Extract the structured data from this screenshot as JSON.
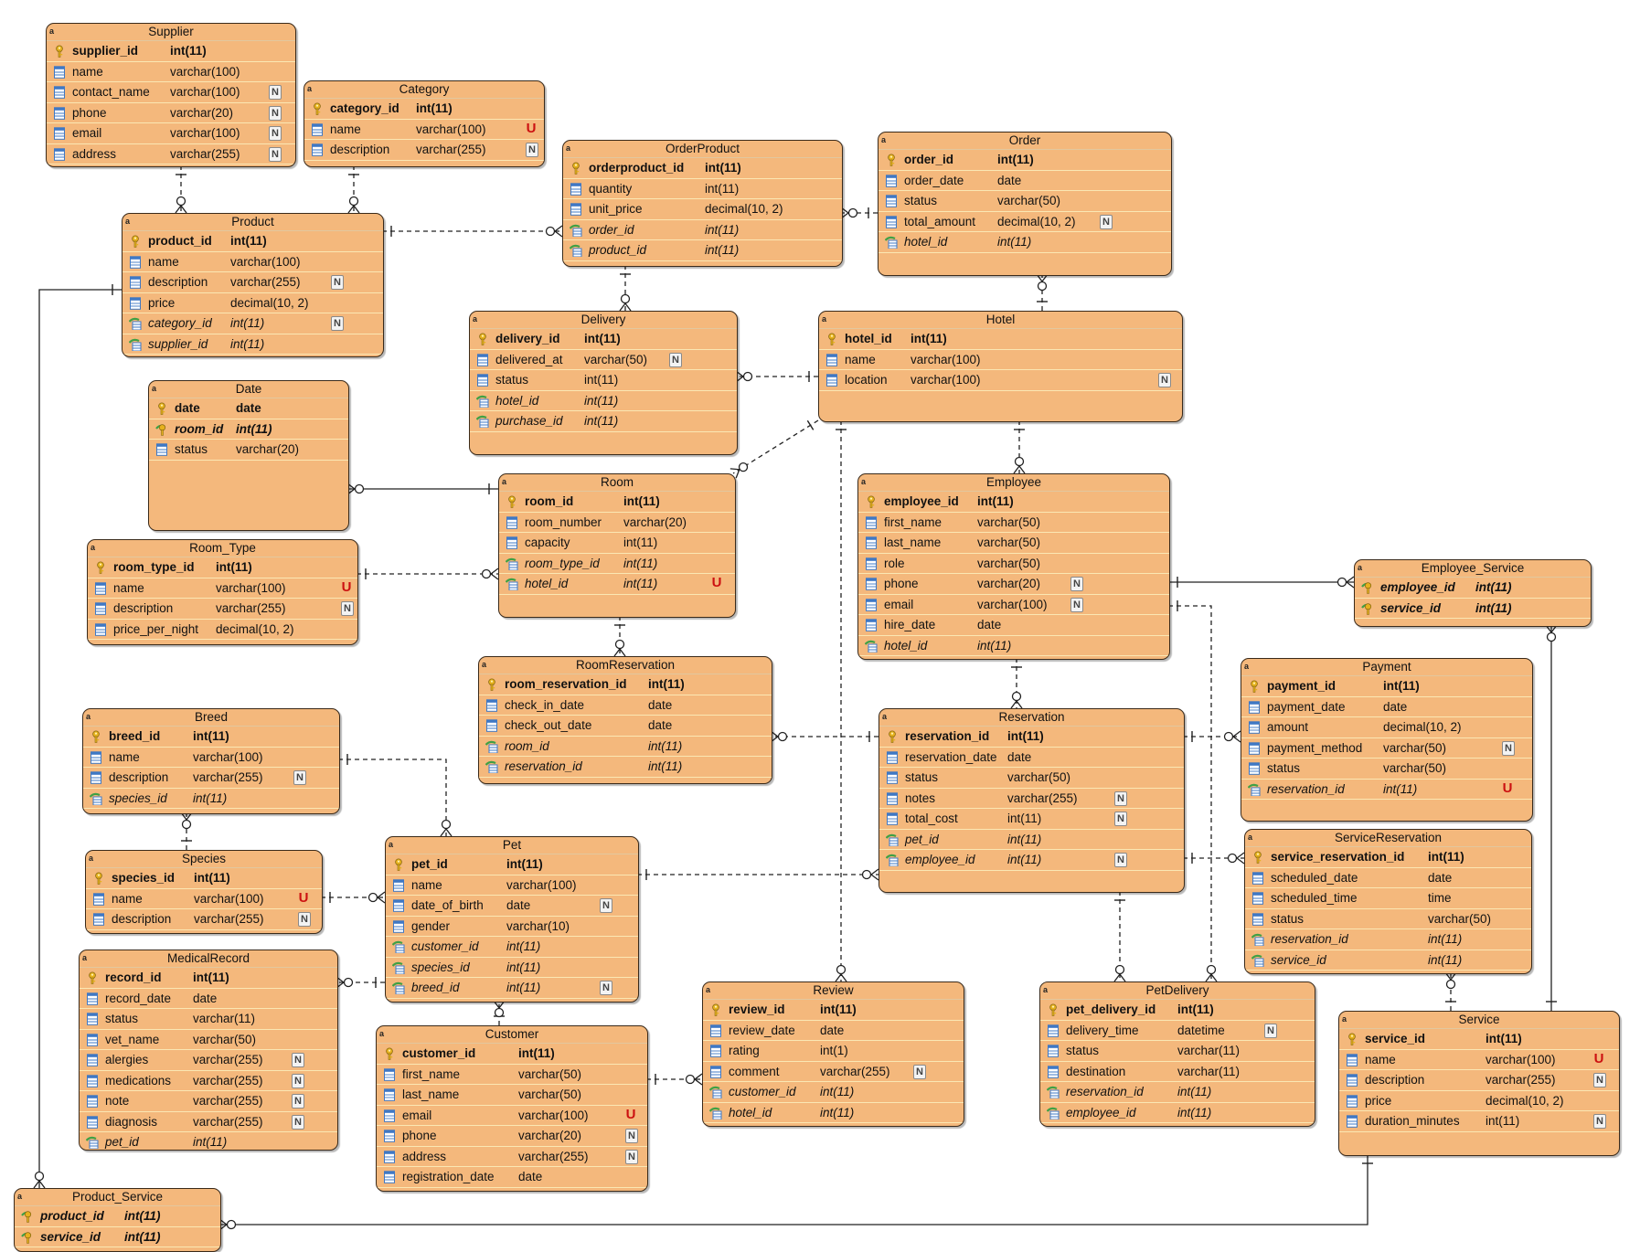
{
  "diagram": {
    "entities": [
      {
        "name": "Supplier",
        "columns": [
          {
            "name": "supplier_id",
            "type": "int(11)",
            "key": "pk"
          },
          {
            "name": "name",
            "type": "varchar(100)"
          },
          {
            "name": "contact_name",
            "type": "varchar(100)",
            "flag": "N"
          },
          {
            "name": "phone",
            "type": "varchar(20)",
            "flag": "N"
          },
          {
            "name": "email",
            "type": "varchar(100)",
            "flag": "N"
          },
          {
            "name": "address",
            "type": "varchar(255)",
            "flag": "N"
          }
        ]
      },
      {
        "name": "Category",
        "columns": [
          {
            "name": "category_id",
            "type": "int(11)",
            "key": "pk"
          },
          {
            "name": "name",
            "type": "varchar(100)",
            "flag": "U"
          },
          {
            "name": "description",
            "type": "varchar(255)",
            "flag": "N"
          }
        ]
      },
      {
        "name": "OrderProduct",
        "columns": [
          {
            "name": "orderproduct_id",
            "type": "int(11)",
            "key": "pk"
          },
          {
            "name": "quantity",
            "type": "int(11)"
          },
          {
            "name": "unit_price",
            "type": "decimal(10, 2)"
          },
          {
            "name": "order_id",
            "type": "int(11)",
            "key": "fk"
          },
          {
            "name": "product_id",
            "type": "int(11)",
            "key": "fk"
          }
        ]
      },
      {
        "name": "Order",
        "columns": [
          {
            "name": "order_id",
            "type": "int(11)",
            "key": "pk"
          },
          {
            "name": "order_date",
            "type": "date"
          },
          {
            "name": "status",
            "type": "varchar(50)"
          },
          {
            "name": "total_amount",
            "type": "decimal(10, 2)",
            "flag": "N"
          },
          {
            "name": "hotel_id",
            "type": "int(11)",
            "key": "fk"
          }
        ]
      },
      {
        "name": "Product",
        "columns": [
          {
            "name": "product_id",
            "type": "int(11)",
            "key": "pk"
          },
          {
            "name": "name",
            "type": "varchar(100)"
          },
          {
            "name": "description",
            "type": "varchar(255)",
            "flag": "N"
          },
          {
            "name": "price",
            "type": "decimal(10, 2)"
          },
          {
            "name": "category_id",
            "type": "int(11)",
            "key": "fk",
            "flag": "N"
          },
          {
            "name": "supplier_id",
            "type": "int(11)",
            "key": "fk"
          }
        ]
      },
      {
        "name": "Delivery",
        "columns": [
          {
            "name": "delivery_id",
            "type": "int(11)",
            "key": "pk"
          },
          {
            "name": "delivered_at",
            "type": "varchar(50)",
            "flag": "N"
          },
          {
            "name": "status",
            "type": "int(11)"
          },
          {
            "name": "hotel_id",
            "type": "int(11)",
            "key": "fk"
          },
          {
            "name": "purchase_id",
            "type": "int(11)",
            "key": "fk"
          }
        ]
      },
      {
        "name": "Hotel",
        "columns": [
          {
            "name": "hotel_id",
            "type": "int(11)",
            "key": "pk"
          },
          {
            "name": "name",
            "type": "varchar(100)"
          },
          {
            "name": "location",
            "type": "varchar(100)",
            "flag": "N"
          }
        ]
      },
      {
        "name": "Date",
        "columns": [
          {
            "name": "date",
            "type": "date",
            "key": "pk"
          },
          {
            "name": "room_id",
            "type": "int(11)",
            "key": "pkfk"
          },
          {
            "name": "status",
            "type": "varchar(20)"
          }
        ]
      },
      {
        "name": "Room",
        "columns": [
          {
            "name": "room_id",
            "type": "int(11)",
            "key": "pk"
          },
          {
            "name": "room_number",
            "type": "varchar(20)"
          },
          {
            "name": "capacity",
            "type": "int(11)"
          },
          {
            "name": "room_type_id",
            "type": "int(11)",
            "key": "fk"
          },
          {
            "name": "hotel_id",
            "type": "int(11)",
            "key": "fk",
            "flag": "U"
          }
        ]
      },
      {
        "name": "Employee",
        "columns": [
          {
            "name": "employee_id",
            "type": "int(11)",
            "key": "pk"
          },
          {
            "name": "first_name",
            "type": "varchar(50)"
          },
          {
            "name": "last_name",
            "type": "varchar(50)"
          },
          {
            "name": "role",
            "type": "varchar(50)"
          },
          {
            "name": "phone",
            "type": "varchar(20)",
            "flag": "N"
          },
          {
            "name": "email",
            "type": "varchar(100)",
            "flag": "N"
          },
          {
            "name": "hire_date",
            "type": "date"
          },
          {
            "name": "hotel_id",
            "type": "int(11)",
            "key": "fk"
          }
        ]
      },
      {
        "name": "Room_Type",
        "columns": [
          {
            "name": "room_type_id",
            "type": "int(11)",
            "key": "pk"
          },
          {
            "name": "name",
            "type": "varchar(100)",
            "flag": "U"
          },
          {
            "name": "description",
            "type": "varchar(255)",
            "flag": "N"
          },
          {
            "name": "price_per_night",
            "type": "decimal(10, 2)"
          }
        ]
      },
      {
        "name": "Employee_Service",
        "columns": [
          {
            "name": "employee_id",
            "type": "int(11)",
            "key": "pkfk"
          },
          {
            "name": "service_id",
            "type": "int(11)",
            "key": "pkfk"
          }
        ]
      },
      {
        "name": "RoomReservation",
        "columns": [
          {
            "name": "room_reservation_id",
            "type": "int(11)",
            "key": "pk"
          },
          {
            "name": "check_in_date",
            "type": "date"
          },
          {
            "name": "check_out_date",
            "type": "date"
          },
          {
            "name": "room_id",
            "type": "int(11)",
            "key": "fk"
          },
          {
            "name": "reservation_id",
            "type": "int(11)",
            "key": "fk"
          }
        ]
      },
      {
        "name": "Payment",
        "columns": [
          {
            "name": "payment_id",
            "type": "int(11)",
            "key": "pk"
          },
          {
            "name": "payment_date",
            "type": "date"
          },
          {
            "name": "amount",
            "type": "decimal(10, 2)"
          },
          {
            "name": "payment_method",
            "type": "varchar(50)",
            "flag": "N"
          },
          {
            "name": "status",
            "type": "varchar(50)"
          },
          {
            "name": "reservation_id",
            "type": "int(11)",
            "key": "fk",
            "flag": "U"
          }
        ]
      },
      {
        "name": "Reservation",
        "columns": [
          {
            "name": "reservation_id",
            "type": "int(11)",
            "key": "pk"
          },
          {
            "name": "reservation_date",
            "type": "date"
          },
          {
            "name": "status",
            "type": "varchar(50)"
          },
          {
            "name": "notes",
            "type": "varchar(255)",
            "flag": "N"
          },
          {
            "name": "total_cost",
            "type": "int(11)",
            "flag": "N"
          },
          {
            "name": "pet_id",
            "type": "int(11)",
            "key": "fk"
          },
          {
            "name": "employee_id",
            "type": "int(11)",
            "key": "fk",
            "flag": "N"
          }
        ]
      },
      {
        "name": "Breed",
        "columns": [
          {
            "name": "breed_id",
            "type": "int(11)",
            "key": "pk"
          },
          {
            "name": "name",
            "type": "varchar(100)"
          },
          {
            "name": "description",
            "type": "varchar(255)",
            "flag": "N"
          },
          {
            "name": "species_id",
            "type": "int(11)",
            "key": "fk"
          }
        ]
      },
      {
        "name": "Species",
        "columns": [
          {
            "name": "species_id",
            "type": "int(11)",
            "key": "pk"
          },
          {
            "name": "name",
            "type": "varchar(100)",
            "flag": "U"
          },
          {
            "name": "description",
            "type": "varchar(255)",
            "flag": "N"
          }
        ]
      },
      {
        "name": "Pet",
        "columns": [
          {
            "name": "pet_id",
            "type": "int(11)",
            "key": "pk"
          },
          {
            "name": "name",
            "type": "varchar(100)"
          },
          {
            "name": "date_of_birth",
            "type": "date",
            "flag": "N"
          },
          {
            "name": "gender",
            "type": "varchar(10)"
          },
          {
            "name": "customer_id",
            "type": "int(11)",
            "key": "fk"
          },
          {
            "name": "species_id",
            "type": "int(11)",
            "key": "fk"
          },
          {
            "name": "breed_id",
            "type": "int(11)",
            "key": "fk",
            "flag": "N"
          }
        ]
      },
      {
        "name": "ServiceReservation",
        "columns": [
          {
            "name": "service_reservation_id",
            "type": "int(11)",
            "key": "pk"
          },
          {
            "name": "scheduled_date",
            "type": "date"
          },
          {
            "name": "scheduled_time",
            "type": "time"
          },
          {
            "name": "status",
            "type": "varchar(50)"
          },
          {
            "name": "reservation_id",
            "type": "int(11)",
            "key": "fk"
          },
          {
            "name": "service_id",
            "type": "int(11)",
            "key": "fk"
          }
        ]
      },
      {
        "name": "MedicalRecord",
        "columns": [
          {
            "name": "record_id",
            "type": "int(11)",
            "key": "pk"
          },
          {
            "name": "record_date",
            "type": "date"
          },
          {
            "name": "status",
            "type": "varchar(11)"
          },
          {
            "name": "vet_name",
            "type": "varchar(50)"
          },
          {
            "name": "alergies",
            "type": "varchar(255)",
            "flag": "N"
          },
          {
            "name": "medications",
            "type": "varchar(255)",
            "flag": "N"
          },
          {
            "name": "note",
            "type": "varchar(255)",
            "flag": "N"
          },
          {
            "name": "diagnosis",
            "type": "varchar(255)",
            "flag": "N"
          },
          {
            "name": "pet_id",
            "type": "int(11)",
            "key": "fk"
          }
        ]
      },
      {
        "name": "Review",
        "columns": [
          {
            "name": "review_id",
            "type": "int(11)",
            "key": "pk"
          },
          {
            "name": "review_date",
            "type": "date"
          },
          {
            "name": "rating",
            "type": "int(1)"
          },
          {
            "name": "comment",
            "type": "varchar(255)",
            "flag": "N"
          },
          {
            "name": "customer_id",
            "type": "int(11)",
            "key": "fk"
          },
          {
            "name": "hotel_id",
            "type": "int(11)",
            "key": "fk"
          }
        ]
      },
      {
        "name": "PetDelivery",
        "columns": [
          {
            "name": "pet_delivery_id",
            "type": "int(11)",
            "key": "pk"
          },
          {
            "name": "delivery_time",
            "type": "datetime",
            "flag": "N"
          },
          {
            "name": "status",
            "type": "varchar(11)"
          },
          {
            "name": "destination",
            "type": "varchar(11)"
          },
          {
            "name": "reservation_id",
            "type": "int(11)",
            "key": "fk"
          },
          {
            "name": "employee_id",
            "type": "int(11)",
            "key": "fk"
          }
        ]
      },
      {
        "name": "Service",
        "columns": [
          {
            "name": "service_id",
            "type": "int(11)",
            "key": "pk"
          },
          {
            "name": "name",
            "type": "varchar(100)",
            "flag": "U"
          },
          {
            "name": "description",
            "type": "varchar(255)",
            "flag": "N"
          },
          {
            "name": "price",
            "type": "decimal(10, 2)"
          },
          {
            "name": "duration_minutes",
            "type": "int(11)",
            "flag": "N"
          }
        ]
      },
      {
        "name": "Customer",
        "columns": [
          {
            "name": "customer_id",
            "type": "int(11)",
            "key": "pk"
          },
          {
            "name": "first_name",
            "type": "varchar(50)"
          },
          {
            "name": "last_name",
            "type": "varchar(50)"
          },
          {
            "name": "email",
            "type": "varchar(100)",
            "flag": "U"
          },
          {
            "name": "phone",
            "type": "varchar(20)",
            "flag": "N"
          },
          {
            "name": "address",
            "type": "varchar(255)",
            "flag": "N"
          },
          {
            "name": "registration_date",
            "type": "date"
          }
        ]
      },
      {
        "name": "Product_Service",
        "columns": [
          {
            "name": "product_id",
            "type": "int(11)",
            "key": "pkfk"
          },
          {
            "name": "service_id",
            "type": "int(11)",
            "key": "pkfk"
          }
        ]
      }
    ],
    "relationships": [
      {
        "parent": "Supplier",
        "child": "Product",
        "style": "dashed"
      },
      {
        "parent": "Category",
        "child": "Product",
        "style": "dashed"
      },
      {
        "parent": "Product",
        "child": "OrderProduct",
        "style": "dashed"
      },
      {
        "parent": "Order",
        "child": "OrderProduct",
        "style": "dashed"
      },
      {
        "parent": "OrderProduct",
        "child": "Delivery",
        "style": "dashed"
      },
      {
        "parent": "Hotel",
        "child": "Order",
        "style": "dashed"
      },
      {
        "parent": "Hotel",
        "child": "Delivery",
        "style": "dashed"
      },
      {
        "parent": "Hotel",
        "child": "Room",
        "style": "dashed"
      },
      {
        "parent": "Hotel",
        "child": "Employee",
        "style": "dashed"
      },
      {
        "parent": "Hotel",
        "child": "Review",
        "style": "dashed"
      },
      {
        "parent": "Room",
        "child": "Date",
        "style": "solid"
      },
      {
        "parent": "Room_Type",
        "child": "Room",
        "style": "dashed"
      },
      {
        "parent": "Room",
        "child": "RoomReservation",
        "style": "dashed"
      },
      {
        "parent": "Employee",
        "child": "Employee_Service",
        "style": "solid"
      },
      {
        "parent": "Employee",
        "child": "Reservation",
        "style": "dashed"
      },
      {
        "parent": "Employee",
        "child": "PetDelivery",
        "style": "dashed"
      },
      {
        "parent": "Reservation",
        "child": "RoomReservation",
        "style": "dashed"
      },
      {
        "parent": "Reservation",
        "child": "Payment",
        "style": "dashed"
      },
      {
        "parent": "Reservation",
        "child": "ServiceReservation",
        "style": "dashed"
      },
      {
        "parent": "Reservation",
        "child": "PetDelivery",
        "style": "dashed"
      },
      {
        "parent": "Pet",
        "child": "Reservation",
        "style": "dashed"
      },
      {
        "parent": "Breed",
        "child": "Pet",
        "style": "dashed"
      },
      {
        "parent": "Species",
        "child": "Breed",
        "style": "dashed"
      },
      {
        "parent": "Species",
        "child": "Pet",
        "style": "dashed"
      },
      {
        "parent": "Pet",
        "child": "MedicalRecord",
        "style": "dashed"
      },
      {
        "parent": "Customer",
        "child": "Pet",
        "style": "dashed"
      },
      {
        "parent": "Customer",
        "child": "Review",
        "style": "dashed"
      },
      {
        "parent": "Service",
        "child": "ServiceReservation",
        "style": "dashed"
      },
      {
        "parent": "Service",
        "child": "Employee_Service",
        "style": "solid"
      },
      {
        "parent": "Product",
        "child": "Product_Service",
        "style": "solid"
      },
      {
        "parent": "Service",
        "child": "Product_Service",
        "style": "solid"
      }
    ]
  },
  "colors": {
    "entity_fill": "#f4b87c",
    "entity_border": "#3a2a1a",
    "row_divider": "#fbe7b3",
    "key_icon": "#e6b11e",
    "column_icon": "#3f78c4",
    "fk_icon": "#3fa046",
    "unique_flag": "#cc1111",
    "line": "#222222"
  },
  "icons": {
    "primary_key": "key-icon",
    "column": "column-icon",
    "foreign_key": "foreign-key-icon",
    "nullable": "nullable-badge",
    "unique": "unique-badge"
  }
}
